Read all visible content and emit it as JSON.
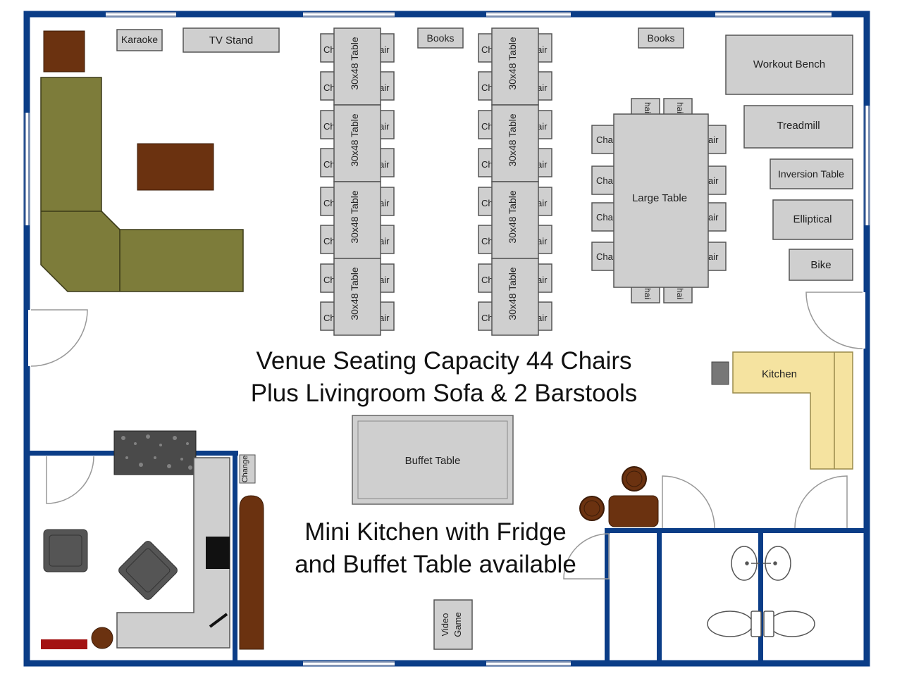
{
  "colors": {
    "wall": "#0b3d87",
    "furniture_gray": "#cfcfcf",
    "sofa_green": "#7d7c3a",
    "wood_brown": "#6b3210",
    "kitchen_yellow": "#f5e3a0",
    "dark_gray": "#555555",
    "red": "#a31313"
  },
  "labels": {
    "karaoke": "Karaoke",
    "tv_stand": "TV Stand",
    "books_left": "Books",
    "books_right": "Books",
    "table": "30x48 Table",
    "chair_left": "Ch",
    "chair_right": "air",
    "large_table": "Large Table",
    "large_chair_left": "Cha",
    "large_chair_right": "air",
    "large_chair_top": "hai",
    "workout_bench": "Workout Bench",
    "treadmill": "Treadmill",
    "inversion_table": "Inversion Table",
    "elliptical": "Elliptical",
    "bike": "Bike",
    "kitchen": "Kitchen",
    "buffet_table": "Buffet Table",
    "change": "Change",
    "video_game_line1": "Video",
    "video_game_line2": "Game"
  },
  "captions": {
    "capacity_line1": "Venue Seating Capacity 44 Chairs",
    "capacity_line2": "Plus Livingroom Sofa & 2 Barstools",
    "kitchen_line1": "Mini Kitchen with Fridge",
    "kitchen_line2": "and Buffet Table available"
  },
  "icons": [
    "door-swing-icon",
    "toilet-icon",
    "sink-icon",
    "armchair-icon",
    "barstool-icon"
  ]
}
